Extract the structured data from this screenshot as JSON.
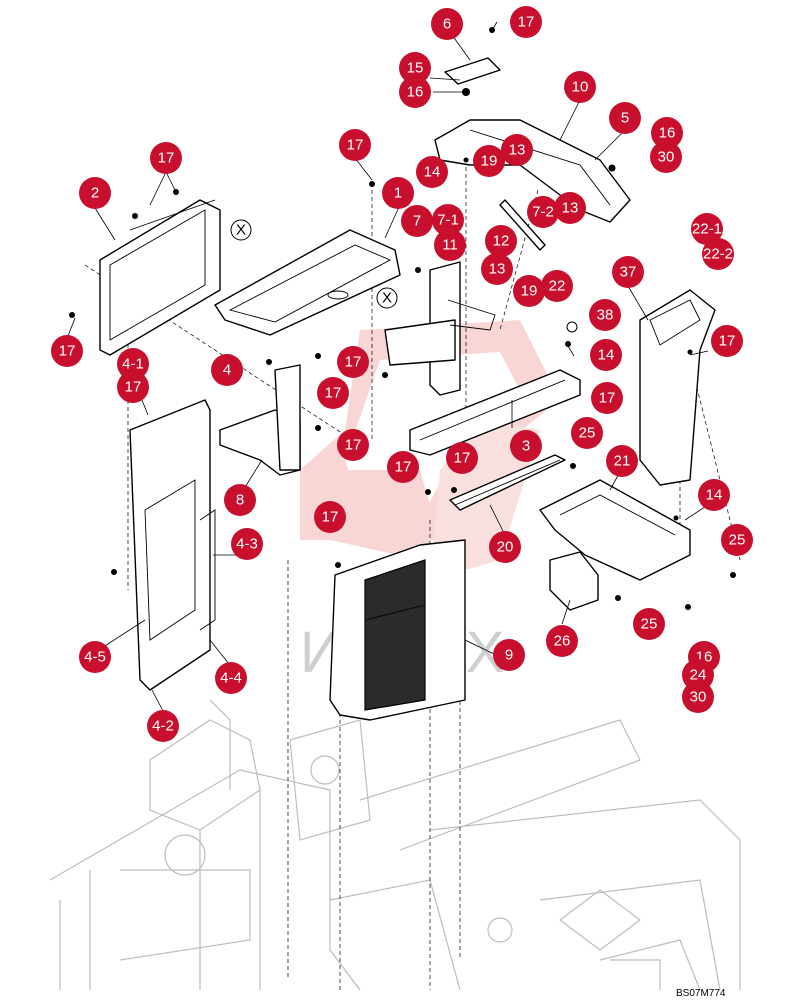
{
  "diagram": {
    "drawing_code": "BS07M774",
    "watermark_text": "ИНТЕХ",
    "x_marker": "X",
    "callouts": [
      "17",
      "6",
      "15",
      "16",
      "10",
      "5",
      "16",
      "30",
      "13",
      "19",
      "14",
      "17",
      "1",
      "2",
      "17",
      "17",
      "7",
      "7-1",
      "11",
      "12",
      "13",
      "7-2",
      "13",
      "19",
      "22",
      "22-1",
      "22-2",
      "37",
      "38",
      "14",
      "17",
      "4",
      "4-1",
      "17",
      "17",
      "17",
      "17",
      "25",
      "17",
      "3",
      "21",
      "17",
      "17",
      "8",
      "14",
      "25",
      "17",
      "4-3",
      "20",
      "9",
      "25",
      "26",
      "16",
      "24",
      "30",
      "4-5",
      "4-4",
      "4-2"
    ]
  },
  "colors": {
    "callout": "#c8102e",
    "watermark": "#e03a3a"
  }
}
